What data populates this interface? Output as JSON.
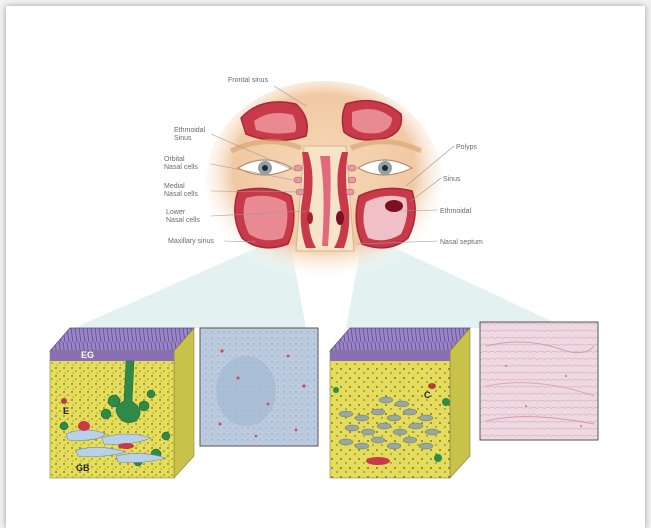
{
  "labels_left": [
    {
      "line1": "Ethmoidal",
      "line2": "Sinus"
    },
    {
      "line1": "Orbital",
      "line2": "Nasal cells"
    },
    {
      "line1": "Medial",
      "line2": "Nasal cells"
    },
    {
      "line1": "Lower",
      "line2": "Nasal cells"
    },
    {
      "line1": "Maxillary sinus",
      "line2": ""
    }
  ],
  "labels_top": {
    "frontal": "Frontal sinus"
  },
  "labels_right": [
    {
      "text": "Polyps"
    },
    {
      "text": "Sinus"
    },
    {
      "text": "Ethmoidal"
    },
    {
      "text": "Nasal septum"
    }
  ],
  "tissue_tags": {
    "left_top": "EG",
    "left_mid": "E",
    "left_bottom": "GB",
    "right_mid": "C"
  },
  "colors": {
    "sinus_red": "#c83a4a",
    "tissue_yellow": "#e8e05a",
    "epithelium_purple": "#8a6fb4",
    "micrograph_blue": "#b9c9dc",
    "micrograph_pink": "#ecd3dc"
  }
}
